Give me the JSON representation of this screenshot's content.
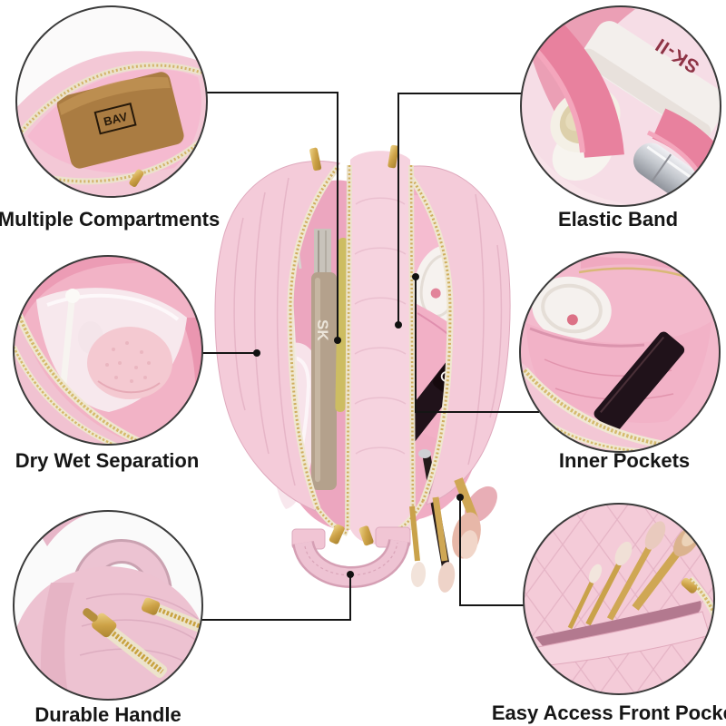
{
  "image": {
    "kind": "product feature callout diagram",
    "subject": "pink quilted travel makeup bag shown open from above with six zoomed detail circles"
  },
  "features": [
    {
      "id": "multiple-compartments",
      "label": "Multiple Compartments",
      "position": "top-left"
    },
    {
      "id": "elastic-band",
      "label": "Elastic Band",
      "position": "top-right"
    },
    {
      "id": "dry-wet-separation",
      "label": "Dry Wet Separation",
      "position": "middle-left"
    },
    {
      "id": "inner-pockets",
      "label": "Inner Pockets",
      "position": "middle-right"
    },
    {
      "id": "durable-handle",
      "label": "Durable Handle",
      "position": "bottom-left"
    },
    {
      "id": "easy-access-front-pocket",
      "label": "Easy Access Front Pocket",
      "position": "bottom-right"
    }
  ],
  "brand_marks": {
    "pouch_logo": "BAV",
    "tube_logo": "SK-II",
    "bottle_text": "SK"
  },
  "icons": {
    "chanel-cc-logo": "two interlocked C rings drawn as overlapping circle outlines"
  },
  "colors": {
    "background": "#ffffff",
    "callout_line": "#151515",
    "label_text": "#161616",
    "bag_pink": "#f4cbd9",
    "lining_pink": "#f0aac2",
    "zipper_tape": "#efe7d0",
    "zipper_gold": "#c9a24a",
    "pouch_brown": "#aa7c42",
    "elastic_pink": "#e8819e",
    "mascara_black": "#20121a"
  }
}
